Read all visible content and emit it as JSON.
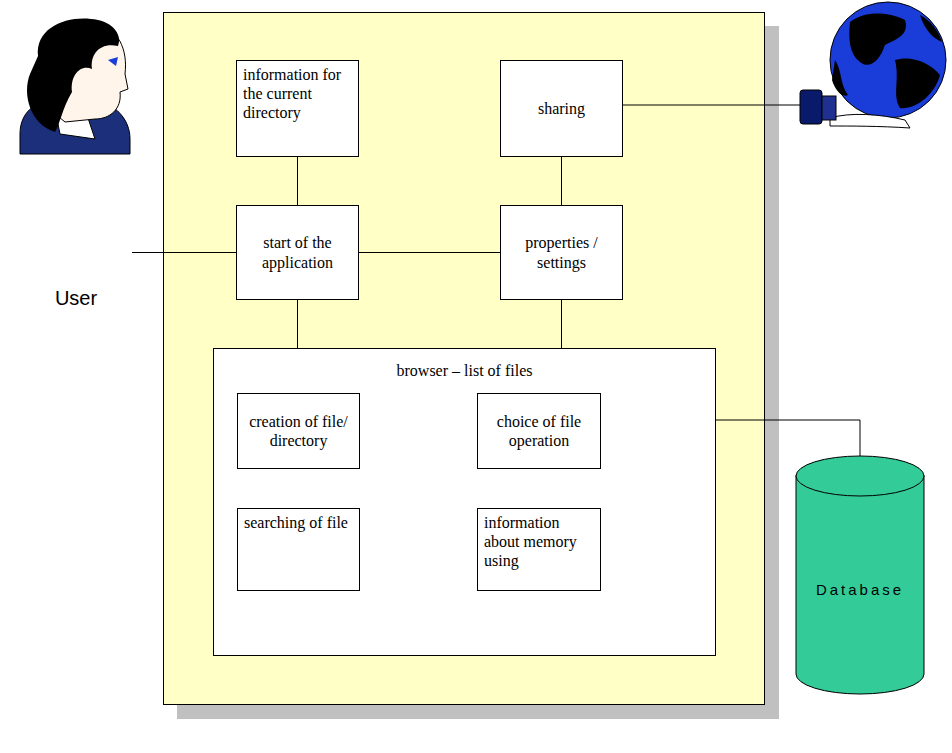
{
  "diagram": {
    "nodes": [
      {
        "text": [
          "User"
        ]
      },
      {
        "text": [
          "information for the current directory"
        ]
      },
      {
        "text": [
          "sharing"
        ]
      },
      {
        "text": [
          "start of the application"
        ]
      },
      {
        "text": [
          "properties / settings"
        ]
      },
      {
        "text": [
          "browser – list of files"
        ]
      },
      {
        "text": [
          "creation of file/ directory"
        ],
        "in": 5
      },
      {
        "text": [
          "choice of file operation"
        ],
        "in": 5
      },
      {
        "text": [
          "searching of file"
        ],
        "in": 5
      },
      {
        "text": [
          "information about memory using"
        ],
        "in": 5
      },
      {
        "text": [
          "Database"
        ]
      }
    ],
    "edges": [
      {
        "from": 0,
        "to": 3,
        "arrow": "none"
      },
      {
        "from": 1,
        "to": 3,
        "arrow": "none"
      },
      {
        "from": 3,
        "to": 4,
        "arrow": "none"
      },
      {
        "from": 2,
        "to": 4,
        "arrow": "none"
      },
      {
        "from": 3,
        "to": 5,
        "arrow": "none"
      },
      {
        "from": 4,
        "to": 5,
        "arrow": "none"
      },
      {
        "from": 5,
        "to": 10,
        "arrow": "none"
      }
    ]
  }
}
